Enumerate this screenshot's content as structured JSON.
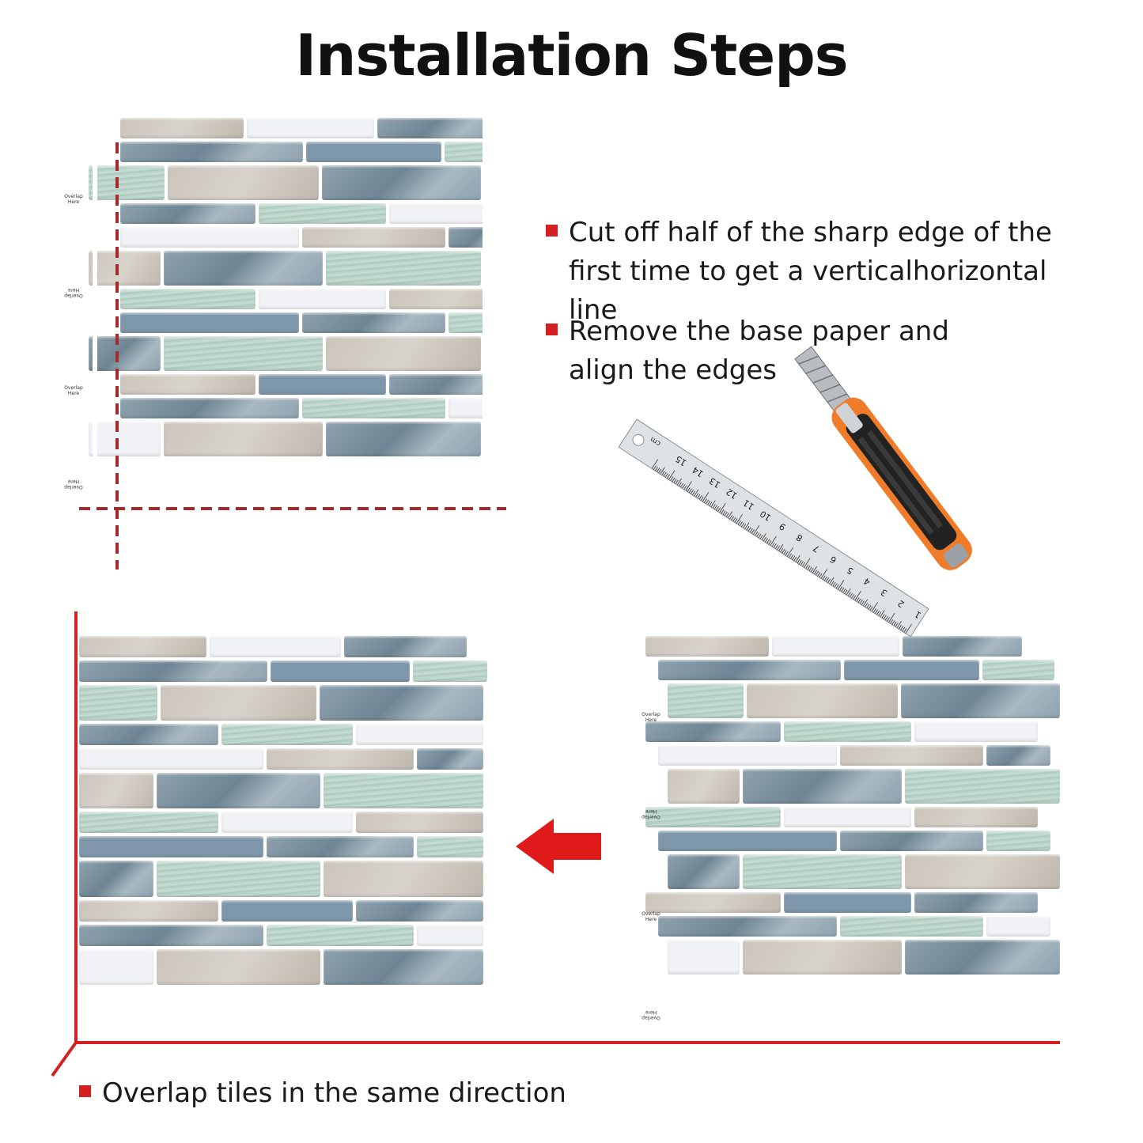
{
  "title": "Installation Steps",
  "steps": [
    {
      "text": "Cut off half of the sharp edge of the first time to get a verticalhorizontal line"
    },
    {
      "text": "Remove the base paper and align the edges"
    },
    {
      "text": "Overlap tiles in the same direction"
    }
  ],
  "overlap_label": "Overlap Here",
  "ruler": {
    "unit": "cm",
    "numbers": [
      "1",
      "2",
      "3",
      "4",
      "5",
      "6",
      "7",
      "8",
      "9",
      "10",
      "11",
      "12",
      "13",
      "14",
      "15"
    ]
  },
  "colors": {
    "accent_red": "#d42020",
    "guide_red": "#a62a2a",
    "tile_beige": "#cbc5bc",
    "tile_white": "#f1f2f5",
    "tile_slate": "#7f97aa",
    "tile_marble": "#8ea2ae",
    "tile_green": "#b5cfc4",
    "knife_orange": "#f07c2a",
    "knife_black": "#222222"
  },
  "icons": [
    "square-bullet-icon",
    "left-arrow-icon",
    "ruler-icon",
    "utility-knife-icon"
  ]
}
